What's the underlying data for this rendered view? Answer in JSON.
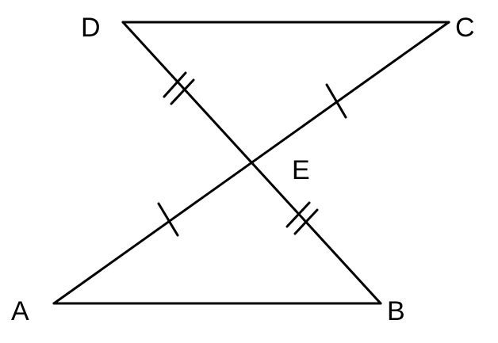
{
  "points": {
    "A": {
      "label": "A"
    },
    "B": {
      "label": "B"
    },
    "C": {
      "label": "C"
    },
    "D": {
      "label": "D"
    },
    "E": {
      "label": "E"
    }
  },
  "segments": [
    {
      "id": "AB",
      "from": "A",
      "to": "B"
    },
    {
      "id": "DC",
      "from": "D",
      "to": "C"
    },
    {
      "id": "AC",
      "from": "A",
      "to": "C"
    },
    {
      "id": "DB",
      "from": "D",
      "to": "B"
    }
  ],
  "equal_marks": [
    {
      "segment": "AE",
      "ticks": 1
    },
    {
      "segment": "EC",
      "ticks": 1
    },
    {
      "segment": "DE",
      "ticks": 2
    },
    {
      "segment": "EB",
      "ticks": 2
    }
  ],
  "colors": {
    "stroke": "#000000",
    "background": "#ffffff"
  }
}
